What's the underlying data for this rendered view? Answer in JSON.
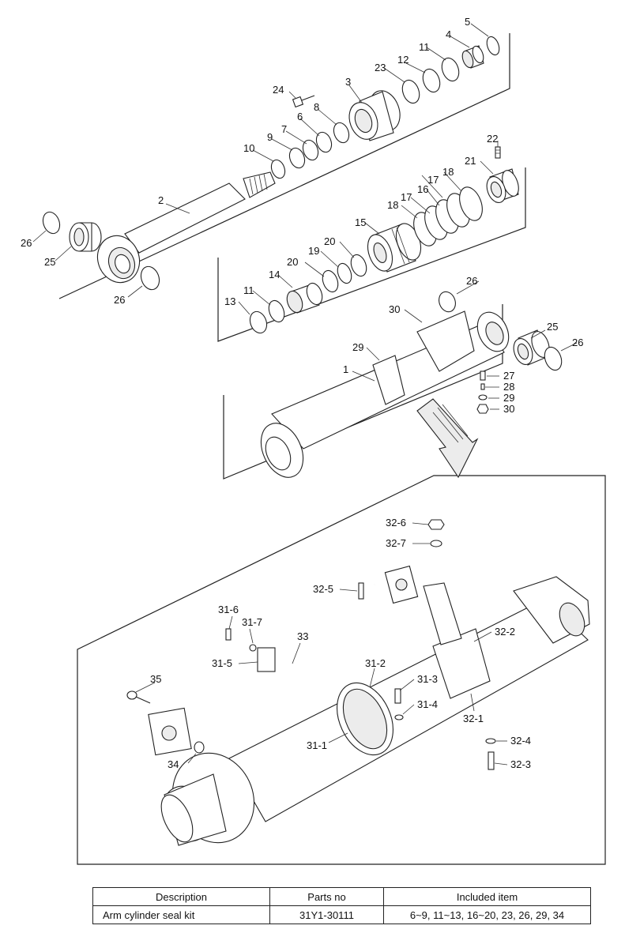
{
  "labels": {
    "upper": [
      "2",
      "3",
      "4",
      "5",
      "6",
      "7",
      "8",
      "9",
      "10",
      "11",
      "12",
      "23",
      "24",
      "25",
      "26",
      "26"
    ],
    "middle": [
      "11",
      "13",
      "14",
      "15",
      "16",
      "17",
      "17",
      "18",
      "18",
      "19",
      "20",
      "20",
      "21",
      "22"
    ],
    "tube": [
      "1",
      "25",
      "26",
      "26",
      "27",
      "28",
      "29",
      "29",
      "30",
      "30"
    ],
    "detail": [
      "31-1",
      "31-2",
      "31-3",
      "31-4",
      "31-5",
      "31-6",
      "31-7",
      "32-1",
      "32-2",
      "32-3",
      "32-4",
      "32-5",
      "32-6",
      "32-7",
      "33",
      "34",
      "35"
    ]
  },
  "table": {
    "headers": [
      "Description",
      "Parts no",
      "Included item"
    ],
    "rows": [
      [
        "Arm cylinder seal kit",
        "31Y1-30111",
        "6~9, 11~13, 16~20, 23, 26, 29, 34"
      ]
    ]
  }
}
